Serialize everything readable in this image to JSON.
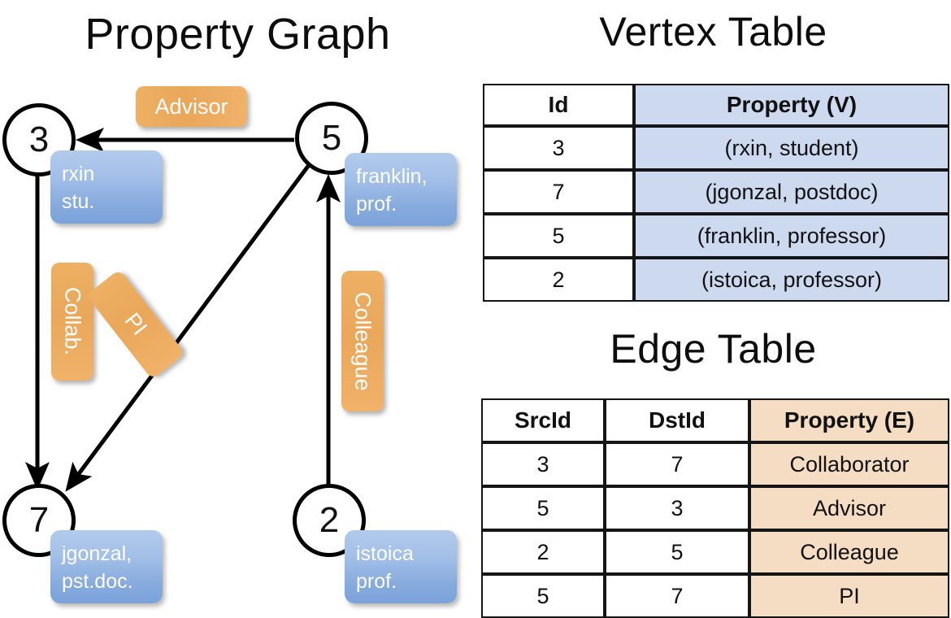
{
  "titles": {
    "property_graph": "Property Graph",
    "vertex_table": "Vertex Table",
    "edge_table": "Edge Table"
  },
  "graph": {
    "nodes": [
      {
        "id": "3",
        "name": "rxin",
        "role": "stu.",
        "property_label": "rxin\nstu."
      },
      {
        "id": "5",
        "name": "franklin",
        "role": "prof.",
        "property_label": "franklin,\nprof."
      },
      {
        "id": "7",
        "name": "jgonzal",
        "role": "pst.doc.",
        "property_label": "jgonzal,\npst.doc."
      },
      {
        "id": "2",
        "name": "istoica",
        "role": "prof.",
        "property_label": "istoica\nprof."
      }
    ],
    "node_props": {
      "rxin_line1": "rxin",
      "rxin_line2": "stu.",
      "franklin_line1": "franklin,",
      "franklin_line2": "prof.",
      "jgonzal_line1": "jgonzal,",
      "jgonzal_line2": "pst.doc.",
      "istoica_line1": "istoica",
      "istoica_line2": "prof."
    },
    "edge_labels": {
      "advisor": "Advisor",
      "collab": "Collab.",
      "pi": "PI",
      "colleague": "Colleague"
    },
    "edges": [
      {
        "from": "5",
        "to": "3",
        "label": "Advisor"
      },
      {
        "from": "3",
        "to": "7",
        "label": "Collab."
      },
      {
        "from": "5",
        "to": "7",
        "label": "PI"
      },
      {
        "from": "2",
        "to": "5",
        "label": "Colleague"
      }
    ]
  },
  "vertex_table": {
    "headers": [
      "Id",
      "Property (V)"
    ],
    "rows": [
      {
        "id": "3",
        "property": "(rxin, student)"
      },
      {
        "id": "7",
        "property": "(jgonzal, postdoc)"
      },
      {
        "id": "5",
        "property": "(franklin, professor)"
      },
      {
        "id": "2",
        "property": "(istoica, professor)"
      }
    ]
  },
  "edge_table": {
    "headers": [
      "SrcId",
      "DstId",
      "Property (E)"
    ],
    "rows": [
      {
        "src": "3",
        "dst": "7",
        "property": "Collaborator"
      },
      {
        "src": "5",
        "dst": "3",
        "property": "Advisor"
      },
      {
        "src": "2",
        "dst": "5",
        "property": "Colleague"
      },
      {
        "src": "5",
        "dst": "7",
        "property": "PI"
      }
    ]
  },
  "colors": {
    "vertex_property_fill": "#ccd9ee",
    "edge_property_fill": "#f5ddc4",
    "node_callout_blue": "#8fb2e0",
    "edge_label_orange": "#eaa85c",
    "border": "#151515",
    "background": "#ffffff"
  }
}
